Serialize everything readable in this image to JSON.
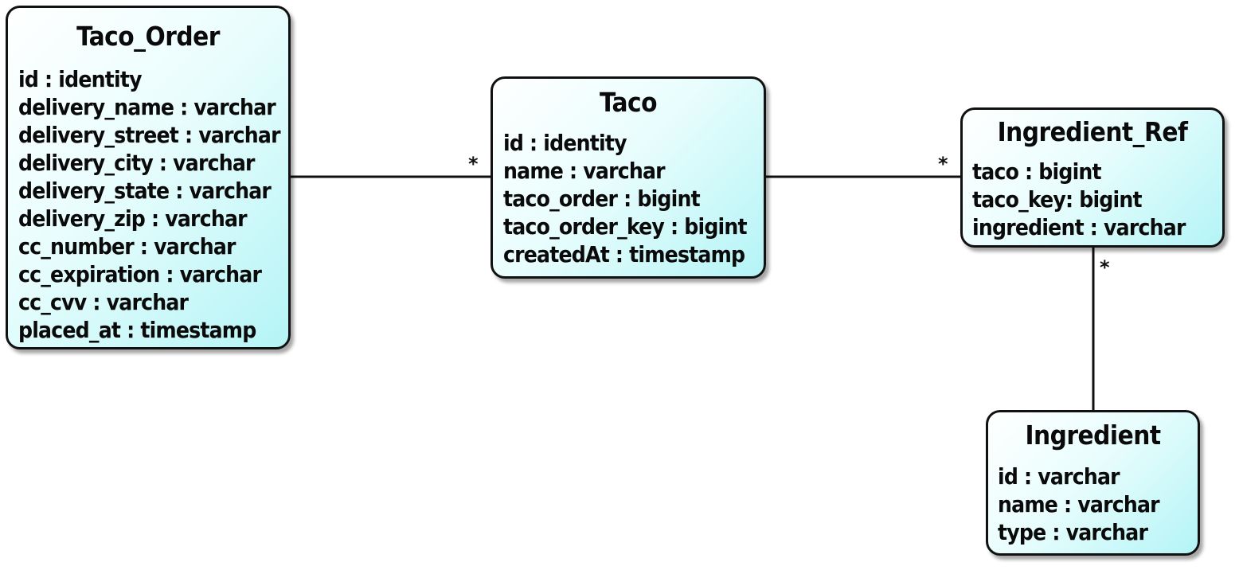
{
  "diagram": {
    "entities": [
      {
        "id": "taco-order",
        "title": "Taco_Order",
        "fields": [
          "id : identity",
          "delivery_name : varchar",
          "delivery_street : varchar",
          "delivery_city : varchar",
          "delivery_state : varchar",
          "delivery_zip : varchar",
          "cc_number : varchar",
          "cc_expiration : varchar",
          "cc_cvv : varchar",
          "placed_at : timestamp"
        ]
      },
      {
        "id": "taco",
        "title": "Taco",
        "fields": [
          "id : identity",
          "name : varchar",
          "taco_order : bigint",
          "taco_order_key : bigint",
          "createdAt : timestamp"
        ]
      },
      {
        "id": "ingredient-ref",
        "title": "Ingredient_Ref",
        "fields": [
          "taco : bigint",
          "taco_key: bigint",
          "ingredient : varchar"
        ]
      },
      {
        "id": "ingredient",
        "title": "Ingredient",
        "fields": [
          "id : varchar",
          "name : varchar",
          "type : varchar"
        ]
      }
    ],
    "relationships": [
      {
        "from": "Taco_Order",
        "to": "Taco",
        "to_multiplicity": "*"
      },
      {
        "from": "Taco",
        "to": "Ingredient_Ref",
        "to_multiplicity": "*"
      },
      {
        "from": "Ingredient",
        "to": "Ingredient_Ref",
        "to_multiplicity": "*"
      }
    ]
  },
  "colors": {
    "border": "#111111",
    "fill_light": "#ffffff",
    "fill_accent": "#b4f4f6",
    "text": "#0a0a0a"
  }
}
